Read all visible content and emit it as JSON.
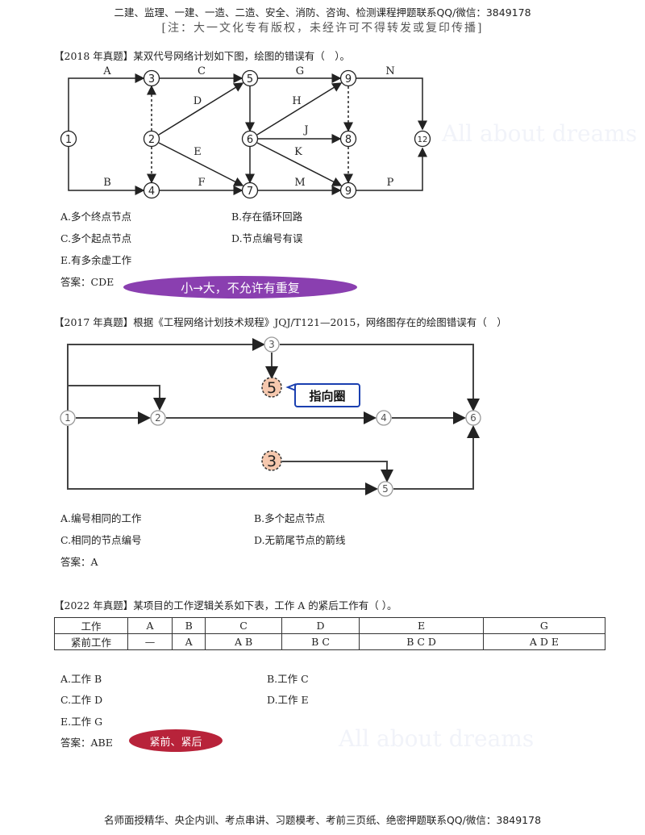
{
  "header": {
    "contact": "二建、监理、一建、一造、二造、安全、消防、咨询、检测课程押题联系QQ/微信：3849178",
    "copyright": "[注：大一文化专有版权，未经许可不得转发或复印传播]"
  },
  "watermark": "All about dreams",
  "q1": {
    "title": "【2018 年真题】某双代号网络计划如下图，绘图的错误有（　）。",
    "nodes": {
      "n1": "1",
      "n2": "2",
      "n3": "3",
      "n4": "4",
      "n5": "5",
      "n6": "6",
      "n7": "7",
      "n8": "8",
      "n9a": "9",
      "n9b": "9",
      "n12": "12"
    },
    "labels": {
      "A": "A",
      "B": "B",
      "C": "C",
      "D": "D",
      "E": "E",
      "F": "F",
      "G": "G",
      "H": "H",
      "J": "J",
      "K": "K",
      "M": "M",
      "N": "N",
      "P": "P"
    },
    "options": [
      "A.多个终点节点",
      "B.存在循环回路",
      "C.多个起点节点",
      "D.节点编号有误",
      "E.有多余虚工作"
    ],
    "answer": "答案：CDE",
    "note": "小→大，不允许有重复"
  },
  "q2": {
    "title": "【2017 年真题】根据《工程网络计划技术规程》JQJ/T121—2015，网络图存在的绘图错误有（　）",
    "nodes": {
      "n1": "1",
      "n2": "2",
      "n3a": "3",
      "n5a": "5",
      "n4": "4",
      "n6": "6",
      "n3b": "3",
      "n5b": "5"
    },
    "callout": "指向圈",
    "options": [
      "A.编号相同的工作",
      "B.多个起点节点",
      "C.相同的节点编号",
      "D.无箭尾节点的箭线"
    ],
    "answer": "答案：A"
  },
  "q3": {
    "title": "【2022 年真题】某项目的工作逻辑关系如下表，工作 A 的紧后工作有（ ）。",
    "table": {
      "row1": [
        "工作",
        "A",
        "B",
        "C",
        "D",
        "E",
        "G"
      ],
      "row2": [
        "紧前工作",
        "—",
        "A",
        "A B",
        "B C",
        "B C D",
        "A D E"
      ]
    },
    "options": [
      "A.工作 B",
      "B.工作 C",
      "C.工作 D",
      "D.工作 E",
      "E.工作 G"
    ],
    "answer": "答案：ABE",
    "note": "紧前、紧后"
  },
  "footer": "名师面授精华、央企内训、考点串讲、习题模考、考前三页纸、绝密押题联系QQ/微信：3849178"
}
